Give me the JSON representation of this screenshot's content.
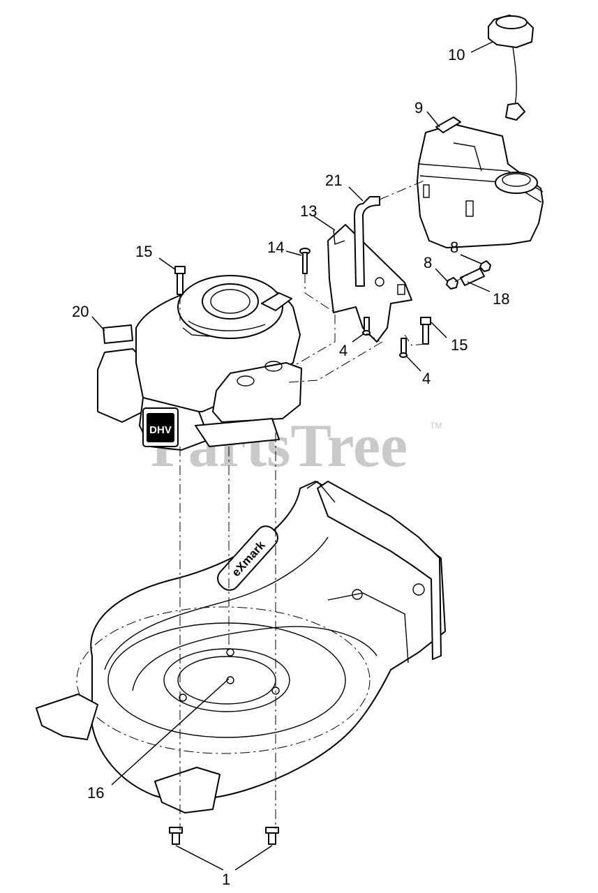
{
  "watermark": {
    "text": "PartsTree",
    "trademark": "TM"
  },
  "deck_brand": "eXmark",
  "engine_badge": "DHV",
  "callouts": [
    {
      "id": "c10",
      "label": "10"
    },
    {
      "id": "c9",
      "label": "9"
    },
    {
      "id": "c21",
      "label": "21"
    },
    {
      "id": "c13",
      "label": "13"
    },
    {
      "id": "c14",
      "label": "14"
    },
    {
      "id": "c15a",
      "label": "15"
    },
    {
      "id": "c8a",
      "label": "8"
    },
    {
      "id": "c8b",
      "label": "8"
    },
    {
      "id": "c18",
      "label": "18"
    },
    {
      "id": "c20",
      "label": "20"
    },
    {
      "id": "c4a",
      "label": "4"
    },
    {
      "id": "c15b",
      "label": "15"
    },
    {
      "id": "c4b",
      "label": "4"
    },
    {
      "id": "c16",
      "label": "16"
    },
    {
      "id": "c1",
      "label": "1"
    }
  ]
}
